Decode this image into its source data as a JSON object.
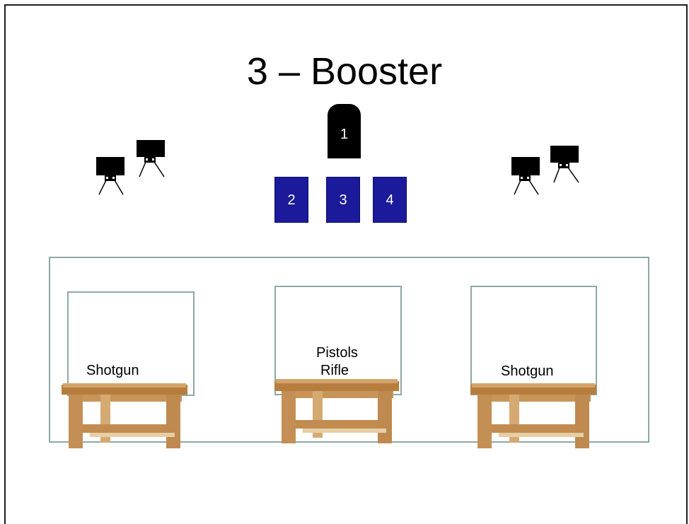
{
  "title": "3 – Booster",
  "targets": {
    "main_label": "1",
    "boxes": [
      "2",
      "3",
      "4"
    ]
  },
  "colors": {
    "box_fill": "#1a1a9a",
    "target_fill": "#000000",
    "outline": "#8ea8a6"
  },
  "stations": [
    {
      "lines": [
        "Shotgun"
      ]
    },
    {
      "lines": [
        "Pistols",
        "Rifle"
      ]
    },
    {
      "lines": [
        "Shotgun"
      ]
    }
  ]
}
